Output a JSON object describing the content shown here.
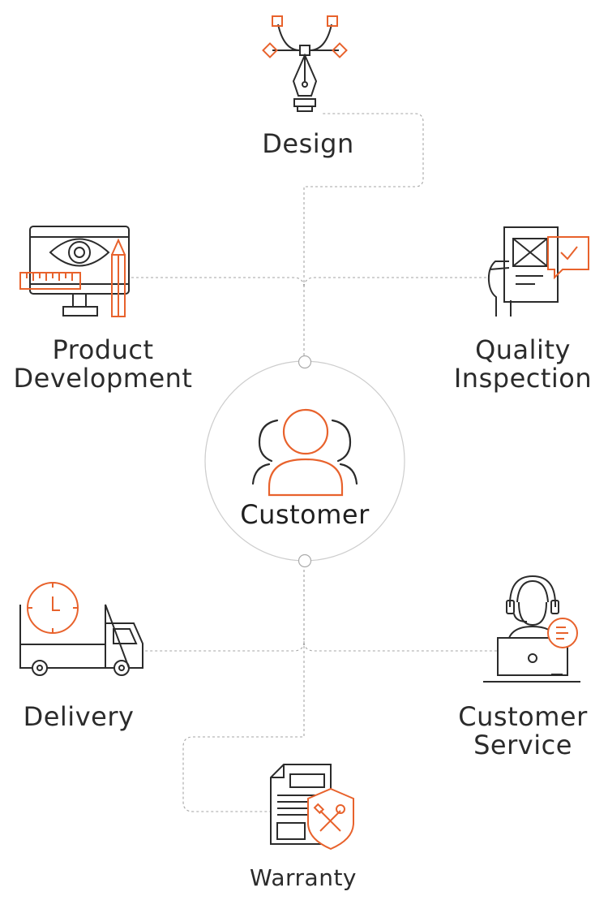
{
  "colors": {
    "accent": "#e8622c",
    "ink": "#2b2b2b",
    "line": "#9a9a9a",
    "circle": "#cfcfcf"
  },
  "center": {
    "label": "Customer",
    "icon": "customer-group-icon"
  },
  "nodes": {
    "design": {
      "label": "Design",
      "icon": "pen-tool-icon"
    },
    "product_development": {
      "label_line1": "Product",
      "label_line2": "Development",
      "icon": "monitor-eye-ruler-pencil-icon"
    },
    "quality_inspection": {
      "label_line1": "Quality",
      "label_line2": "Inspection",
      "icon": "document-checkmark-icon"
    },
    "delivery": {
      "label": "Delivery",
      "icon": "truck-clock-icon"
    },
    "customer_service": {
      "label_line1": "Customer",
      "label_line2": "Service",
      "icon": "headset-agent-laptop-icon"
    },
    "warranty": {
      "label": "Warranty",
      "icon": "document-shield-tools-icon"
    }
  }
}
